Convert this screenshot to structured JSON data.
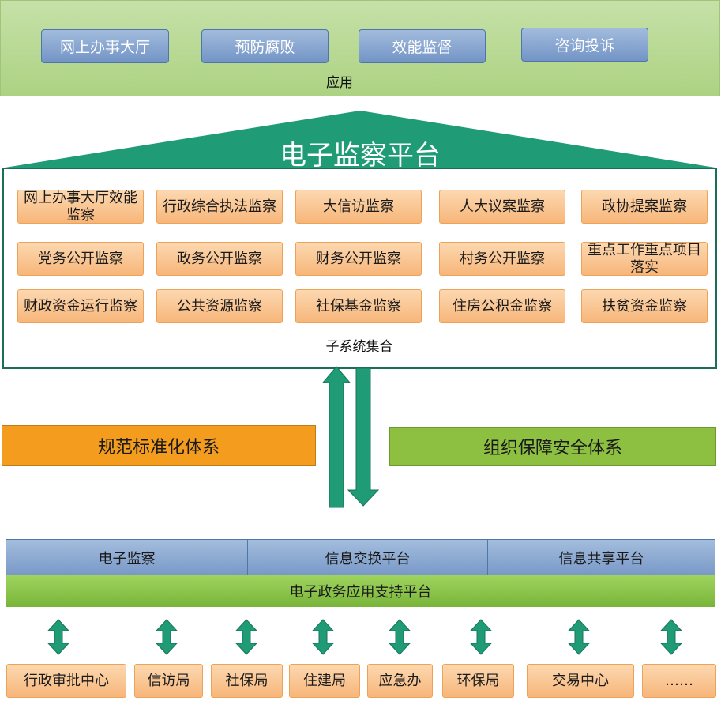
{
  "application": {
    "label": "应用",
    "buttons": [
      "网上办事大厅",
      "预防腐败",
      "效能监督",
      "咨询投诉"
    ]
  },
  "platform": {
    "title": "电子监察平台",
    "collection_label": "子系统集合",
    "subsystems": [
      [
        "网上办事大厅效能监察",
        "行政综合执法监察",
        "大信访监察",
        "人大议案监察",
        "政协提案监察"
      ],
      [
        "党务公开监察",
        "政务公开监察",
        "财务公开监察",
        "村务公开监察",
        "重点工作重点项目落实"
      ],
      [
        "财政资金运行监察",
        "公共资源监察",
        "社保基金监察",
        "住房公积金监察",
        "扶贫资金监察"
      ]
    ]
  },
  "systems": {
    "left": "规范标准化体系",
    "right": "组织保障安全体系"
  },
  "support": {
    "cells": [
      "电子监察",
      "信息交换平台",
      "信息共享平台"
    ],
    "base": "电子政务应用支持平台"
  },
  "departments": [
    "行政审批中心",
    "信访局",
    "社保局",
    "住建局",
    "应急办",
    "环保局",
    "交易中心",
    "……"
  ],
  "colors": {
    "teal": "#1f9b76",
    "orange_bar": "#f39c1e",
    "green_bar": "#8dc041"
  }
}
